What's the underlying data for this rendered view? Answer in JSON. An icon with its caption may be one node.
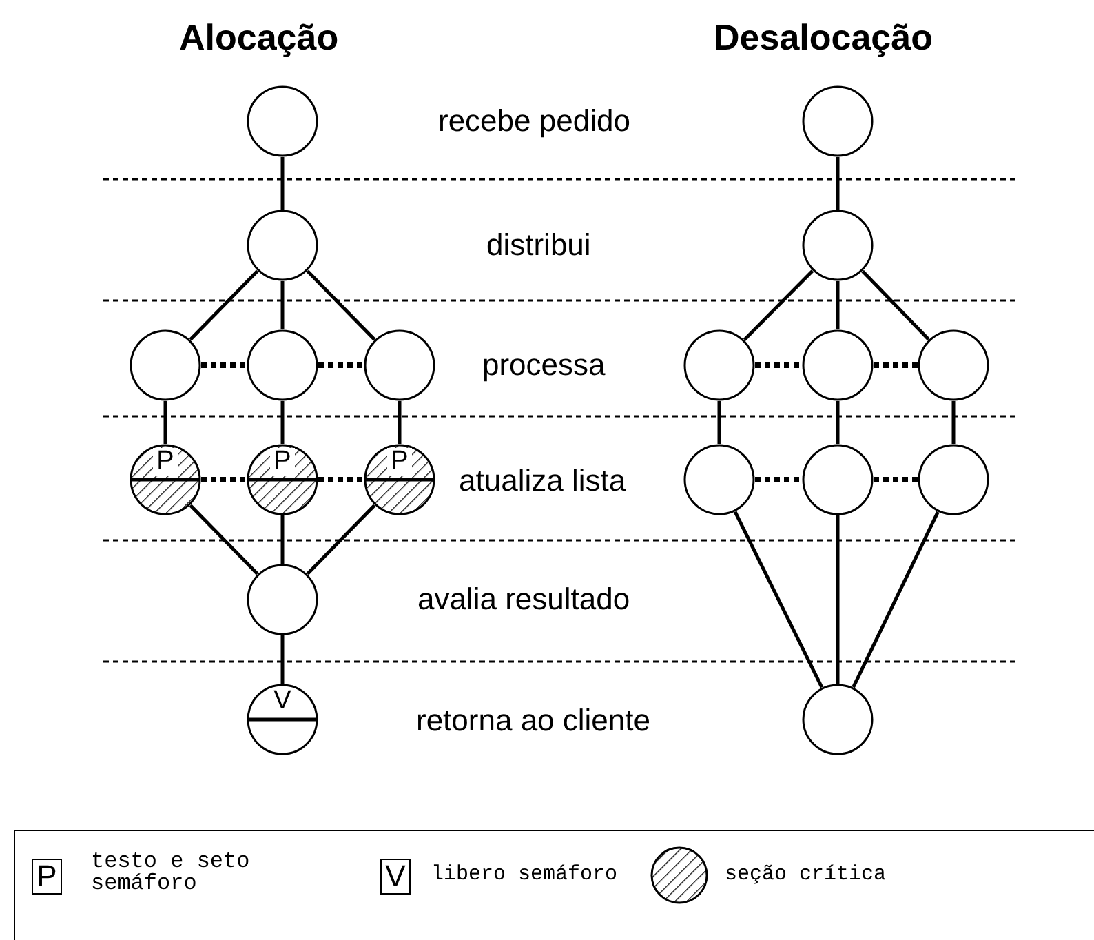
{
  "diagram": {
    "nodes": [
      {
        "text": [],
        "shape": "circle"
      },
      {
        "text": [],
        "shape": "circle"
      },
      {
        "text": [],
        "shape": "circle"
      },
      {
        "text": [],
        "shape": "circle"
      },
      {
        "text": [],
        "shape": "circle"
      },
      {
        "text": [
          "P"
        ]
      },
      {
        "text": [
          "P"
        ]
      },
      {
        "text": [
          "P"
        ]
      },
      {
        "text": [],
        "shape": "circle"
      },
      {
        "text": [
          "V"
        ]
      },
      {
        "text": [],
        "shape": "circle"
      },
      {
        "text": [],
        "shape": "circle"
      },
      {
        "text": [],
        "shape": "circle"
      },
      {
        "text": [],
        "shape": "circle"
      },
      {
        "text": [],
        "shape": "circle"
      },
      {
        "text": [],
        "shape": "circle"
      },
      {
        "text": [],
        "shape": "circle"
      },
      {
        "text": [],
        "shape": "circle"
      },
      {
        "text": [],
        "shape": "circle"
      }
    ],
    "edges": [
      {
        "from": 0,
        "to": 1,
        "arrow": "none"
      },
      {
        "from": 1,
        "to": 2,
        "arrow": "none"
      },
      {
        "from": 1,
        "to": 3,
        "arrow": "none"
      },
      {
        "from": 1,
        "to": 4,
        "arrow": "none"
      },
      {
        "from": 2,
        "to": 3,
        "arrow": "none",
        "style": "dashed"
      },
      {
        "from": 3,
        "to": 4,
        "arrow": "none",
        "style": "dashed"
      },
      {
        "from": 2,
        "to": 5,
        "arrow": "none"
      },
      {
        "from": 3,
        "to": 6,
        "arrow": "none"
      },
      {
        "from": 4,
        "to": 7,
        "arrow": "none"
      },
      {
        "from": 5,
        "to": 6,
        "arrow": "none",
        "style": "dashed"
      },
      {
        "from": 6,
        "to": 7,
        "arrow": "none",
        "style": "dashed"
      },
      {
        "from": 5,
        "to": 8,
        "arrow": "none"
      },
      {
        "from": 6,
        "to": 8,
        "arrow": "none"
      },
      {
        "from": 7,
        "to": 8,
        "arrow": "none"
      },
      {
        "from": 8,
        "to": 9,
        "arrow": "none"
      },
      {
        "from": 10,
        "to": 11,
        "arrow": "none"
      },
      {
        "from": 11,
        "to": 12,
        "arrow": "none"
      },
      {
        "from": 11,
        "to": 13,
        "arrow": "none"
      },
      {
        "from": 11,
        "to": 14,
        "arrow": "none"
      },
      {
        "from": 12,
        "to": 13,
        "arrow": "none",
        "style": "dashed"
      },
      {
        "from": 13,
        "to": 14,
        "arrow": "none",
        "style": "dashed"
      },
      {
        "from": 12,
        "to": 15,
        "arrow": "none"
      },
      {
        "from": 13,
        "to": 16,
        "arrow": "none"
      },
      {
        "from": 14,
        "to": 17,
        "arrow": "none"
      },
      {
        "from": 15,
        "to": 16,
        "arrow": "none",
        "style": "dashed"
      },
      {
        "from": 16,
        "to": 17,
        "arrow": "none",
        "style": "dashed"
      },
      {
        "from": 15,
        "to": 18,
        "arrow": "none"
      },
      {
        "from": 16,
        "to": 18,
        "arrow": "none"
      },
      {
        "from": 17,
        "to": 18,
        "arrow": "none"
      }
    ],
    "labels": [
      "Alocação",
      "Desalocação",
      "recebe pedido",
      "distribui",
      "processa",
      "atualiza lista",
      "avalia resultado",
      "retorna ao cliente",
      "P",
      "V"
    ],
    "legend": [
      {
        "text": "testo e seto semáforo"
      },
      {
        "text": "libero semáforo"
      },
      {
        "text": "seção crítica"
      }
    ]
  }
}
